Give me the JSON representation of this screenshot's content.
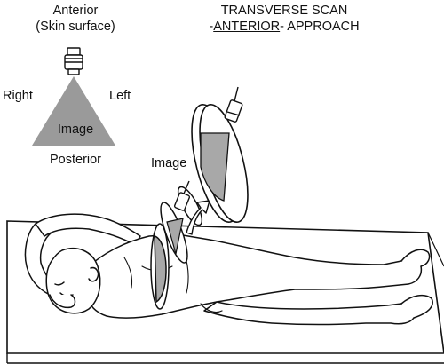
{
  "legend": {
    "anterior": "Anterior",
    "skin_surface": "(Skin surface)",
    "right": "Right",
    "left": "Left",
    "posterior": "Posterior",
    "image": "Image"
  },
  "title": {
    "line1": "TRANSVERSE SCAN",
    "prefix": "-",
    "emphasis": "ANTERIOR",
    "suffix": "- APPROACH"
  },
  "scan_image_label": "Image",
  "colors": {
    "ink": "#111111",
    "beam_gray": "#9a9a9a",
    "fill_gray": "#a8a8a8",
    "table_fill": "#ffffff"
  }
}
